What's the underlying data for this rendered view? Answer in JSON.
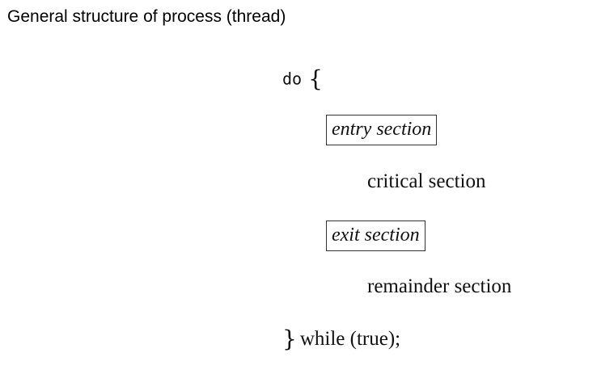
{
  "heading": "General structure of process (thread)",
  "code": {
    "do_keyword": "do",
    "open_brace": "{",
    "entry_section": "entry section",
    "critical_section": "critical section",
    "exit_section": "exit section",
    "remainder_section": "remainder section",
    "close_brace": "}",
    "while_clause": "while (true);"
  }
}
